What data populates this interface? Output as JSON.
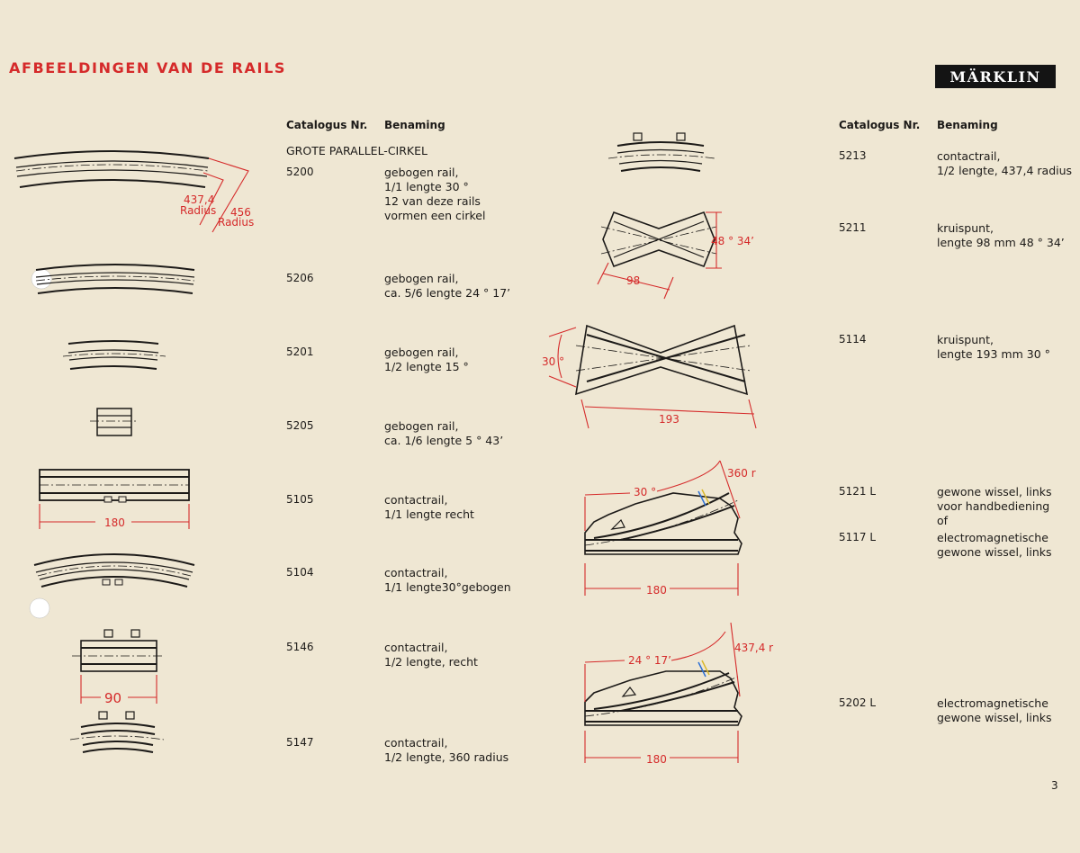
{
  "page": {
    "title": "AFBEELDINGEN VAN DE RAILS",
    "brand": "MÄRKLIN",
    "page_number": "3"
  },
  "col_headers": {
    "catalog": "Catalogus Nr.",
    "name": "Benaming"
  },
  "section_title": "GROTE PARALLEL-CIRKEL",
  "left_items": [
    {
      "num": "5200",
      "desc": "gebogen rail,\n1/1 lengte 30 °\n12 van deze rails\nvormen een cirkel"
    },
    {
      "num": "5206",
      "desc": "gebogen rail,\nca. 5/6 lengte 24 ° 17’"
    },
    {
      "num": "5201",
      "desc": "gebogen rail,\n1/2 lengte 15 °"
    },
    {
      "num": "5205",
      "desc": "gebogen rail,\nca. 1/6 lengte 5 ° 43’"
    },
    {
      "num": "5105",
      "desc": "contactrail,\n1/1 lengte recht"
    },
    {
      "num": "5104",
      "desc": "contactrail,\n1/1 lengte30°gebogen"
    },
    {
      "num": "5146",
      "desc": "contactrail,\n1/2 lengte, recht"
    },
    {
      "num": "5147",
      "desc": "contactrail,\n1/2 lengte, 360 radius"
    }
  ],
  "right_items": [
    {
      "num": "5213",
      "desc": "contactrail,\n1/2 lengte, 437,4 radius"
    },
    {
      "num": "5211",
      "desc": "kruispunt,\nlengte 98 mm 48 ° 34’"
    },
    {
      "num": "5114",
      "desc": "kruispunt,\nlengte 193 mm 30 °"
    },
    {
      "num": "5121 L",
      "desc": "gewone wissel, links\nvoor handbediening\nof"
    },
    {
      "num": "5117 L",
      "desc": "electromagnetische\ngewone wissel, links"
    },
    {
      "num": "5202 L",
      "desc": "electromagnetische\ngewone wissel, links"
    }
  ],
  "dimensions": {
    "r1": "437,4",
    "radius1": "Radius",
    "r2": "456",
    "radius2": "Radius",
    "len180a": "180",
    "len90": "90",
    "x98": "98",
    "ang4834": "48 ° 34’",
    "ang30": "30 °",
    "len193": "193",
    "sw_ang30": "30 °",
    "sw_r360": "360 r",
    "len180b": "180",
    "sw_ang2417": "24 ° 17’",
    "sw_r4374": "437,4 r",
    "len180c": "180"
  },
  "colors": {
    "accent": "#d52a2a",
    "paper": "#efe7d3",
    "ink": "#1c1a18"
  }
}
